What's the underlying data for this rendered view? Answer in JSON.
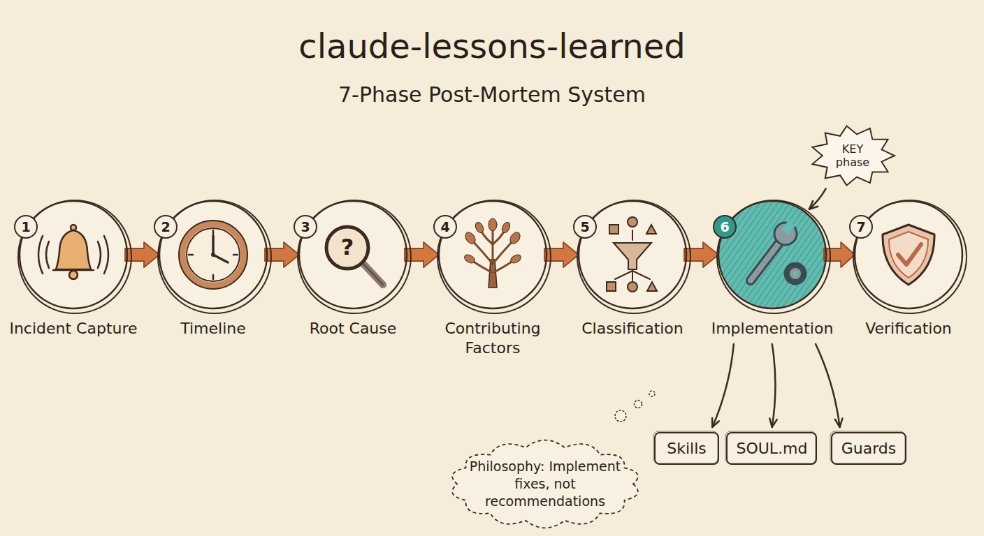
{
  "diagram": {
    "title": "claude-lessons-learned",
    "nodes": [
      {
        "text": [
          "Incident Capture"
        ]
      },
      {
        "text": [
          "1"
        ],
        "in": 0
      },
      {
        "text": [
          "Timeline"
        ]
      },
      {
        "text": [
          "2"
        ],
        "in": 2
      },
      {
        "text": [
          "Root Cause"
        ]
      },
      {
        "text": [
          "3"
        ],
        "in": 4
      },
      {
        "text": [
          "Contributing Factors"
        ]
      },
      {
        "text": [
          "4"
        ],
        "in": 6
      },
      {
        "text": [
          "Classification"
        ]
      },
      {
        "text": [
          "5"
        ],
        "in": 8
      },
      {
        "text": [
          "Implementation"
        ]
      },
      {
        "text": [
          "6"
        ],
        "in": 10
      },
      {
        "text": [
          "Verification"
        ]
      },
      {
        "text": [
          "7"
        ],
        "in": 12
      },
      {
        "text": [
          "KEY phase"
        ]
      },
      {
        "text": [
          "Philosophy: Implement fixes, not recommendations"
        ]
      },
      {
        "text": [
          "Skills"
        ]
      },
      {
        "text": [
          "SOUL.md"
        ]
      },
      {
        "text": [
          "Guards"
        ]
      }
    ],
    "edges": [
      {
        "from": 0,
        "to": 2,
        "arrow": "to"
      },
      {
        "from": 2,
        "to": 4,
        "arrow": "to"
      },
      {
        "from": 4,
        "to": 6,
        "arrow": "to"
      },
      {
        "from": 6,
        "to": 8,
        "arrow": "to"
      },
      {
        "from": 8,
        "to": 10,
        "arrow": "to"
      },
      {
        "from": 10,
        "to": 12,
        "arrow": "to"
      },
      {
        "from": 14,
        "to": 10,
        "arrow": "to"
      },
      {
        "from": 10,
        "to": 16,
        "arrow": "to"
      },
      {
        "from": 10,
        "to": 17,
        "arrow": "to"
      },
      {
        "from": 10,
        "to": 18,
        "arrow": "to"
      }
    ],
    "labels": [
      "7-Phase Post-Mortem System",
      "?"
    ]
  }
}
